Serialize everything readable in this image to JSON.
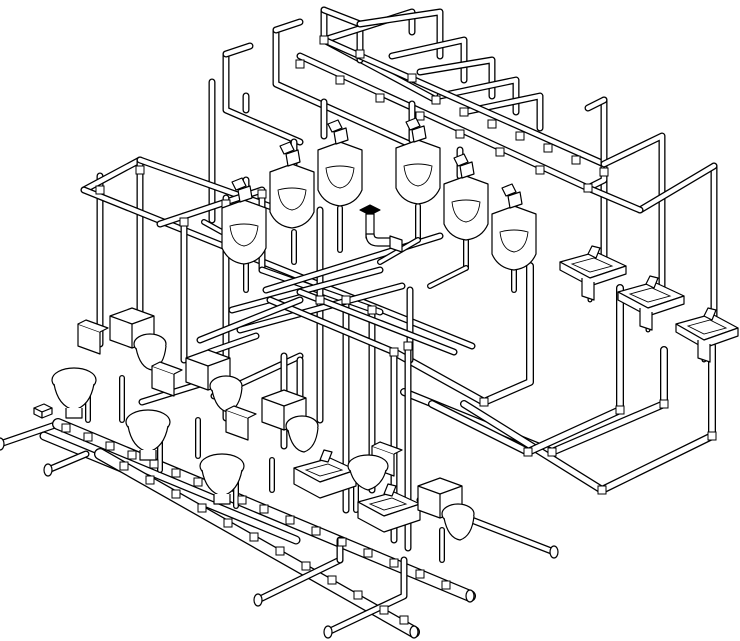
{
  "diagram": {
    "kind": "isometric-plumbing-riser",
    "colors": {
      "line": "#000000",
      "fill": "#ffffff",
      "background": "#ffffff"
    },
    "fixtures": {
      "urinals": 6,
      "wall_mounted_lavatories": 3,
      "deck_lavatories": 2,
      "water_closets_front": 4,
      "water_closets_rear": 4,
      "floor_drain": 1
    }
  }
}
